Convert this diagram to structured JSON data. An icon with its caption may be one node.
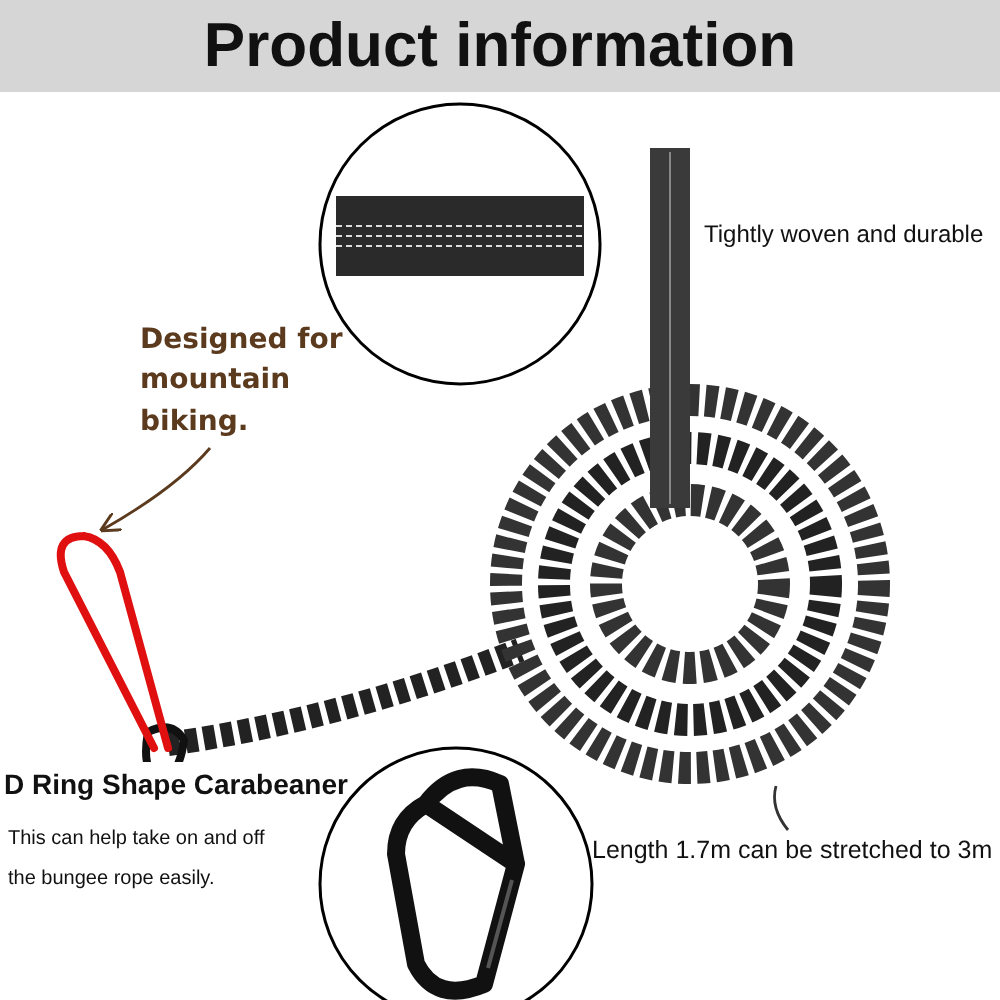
{
  "diagram": {
    "title": "Product information",
    "nodes": [
      {
        "text": [
          "Designed for mountain biking."
        ]
      },
      {
        "text": [],
        "shape": "picture"
      },
      {
        "text": [
          "Length 1.7m can be stretched to 3m"
        ]
      },
      {
        "text": [],
        "shape": "picture"
      }
    ],
    "edges": [
      {
        "from": 0,
        "to": 1,
        "arrow": "to"
      },
      {
        "from": 2,
        "to": 3,
        "arrow": "none"
      }
    ],
    "labels": [
      "Tightly woven and durable",
      "D Ring Shape Carabeaner",
      "This can help take on and off the bungee rope easily."
    ]
  }
}
